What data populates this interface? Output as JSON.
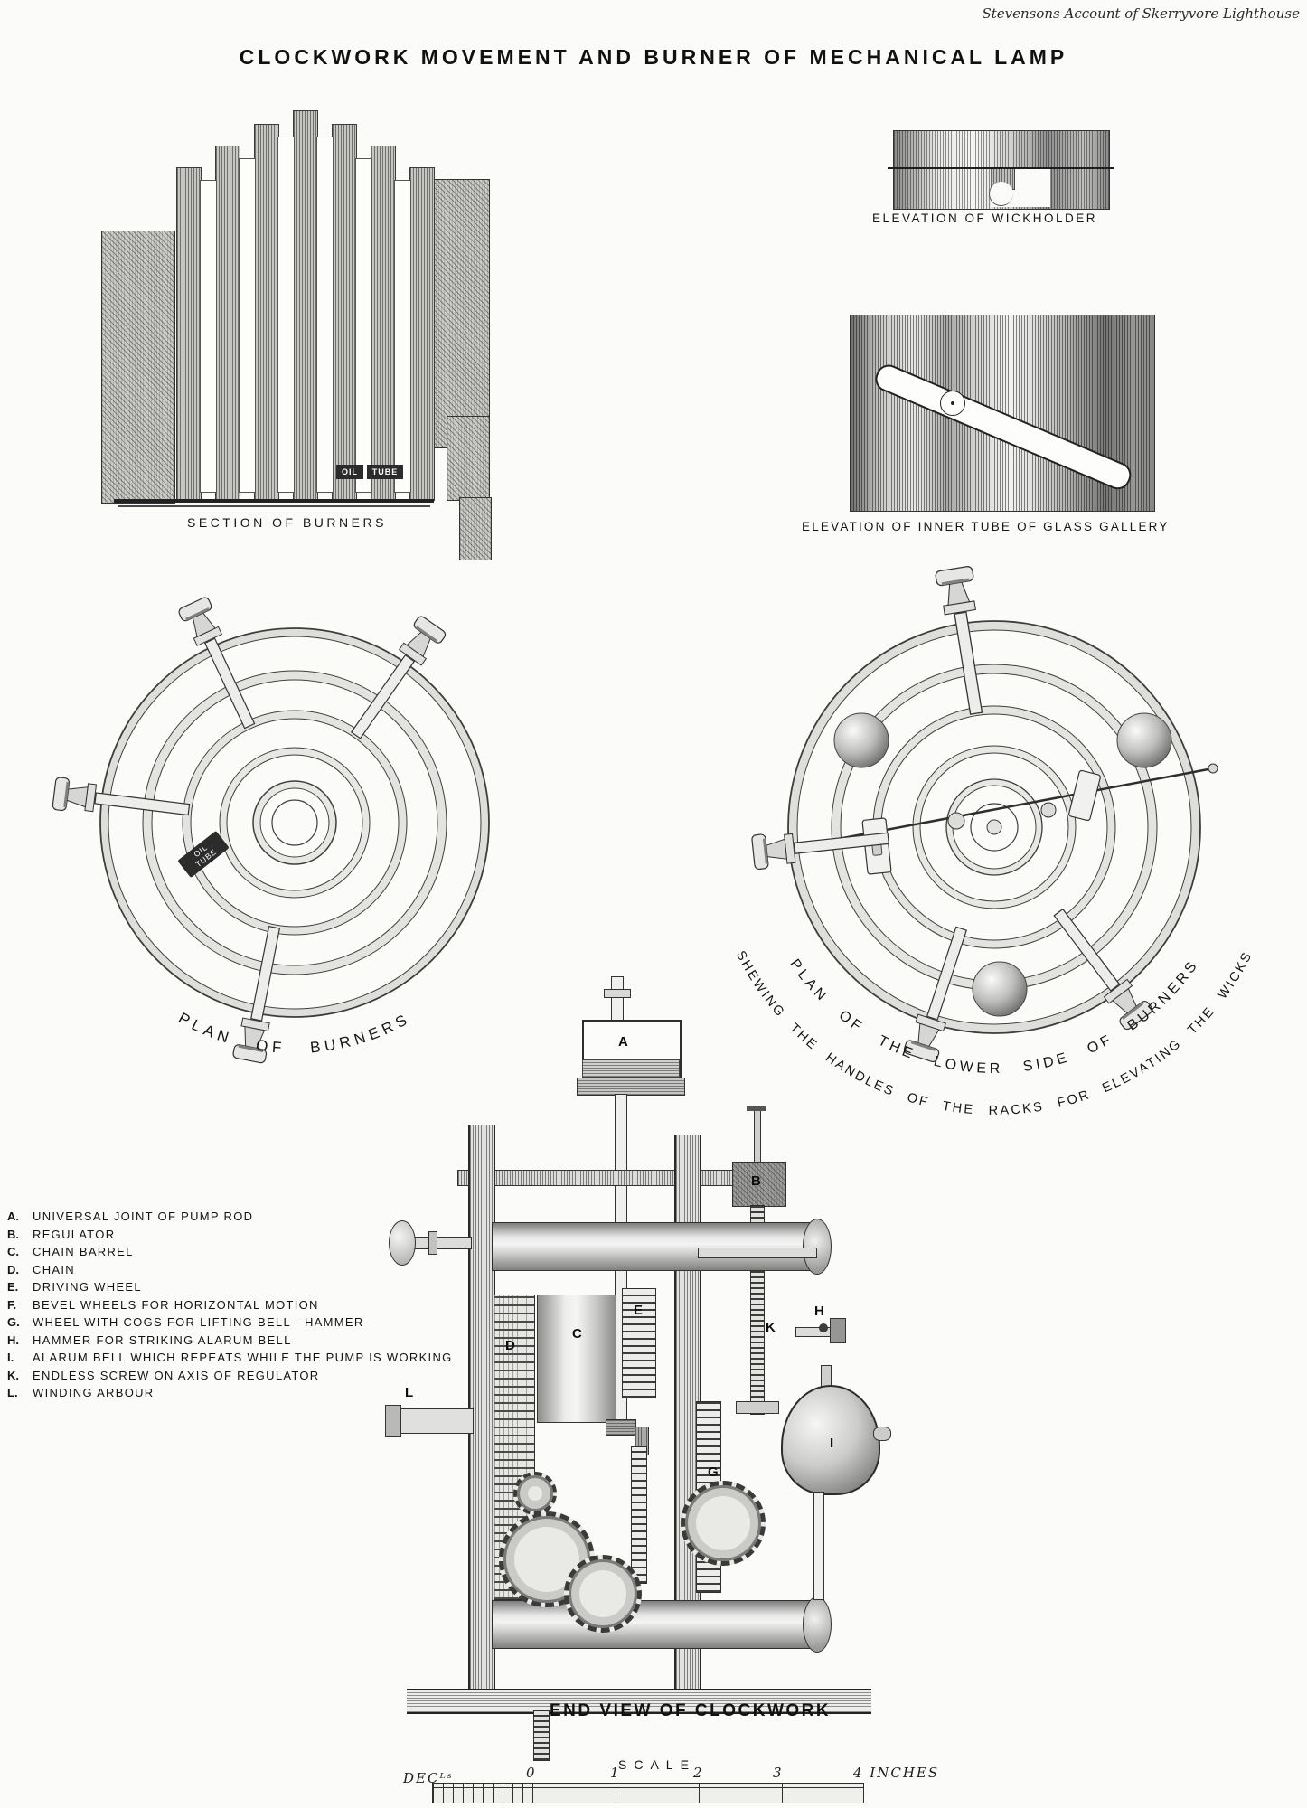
{
  "header": {
    "attribution": "Stevensons Account of Skerryvore Lighthouse"
  },
  "title": "CLOCKWORK MOVEMENT AND BURNER OF MECHANICAL LAMP",
  "figures": {
    "section_of_burners": {
      "caption": "SECTION OF BURNERS",
      "oil_label": "OIL",
      "tube_label": "TUBE"
    },
    "wickholder": {
      "caption": "ELEVATION OF WICKHOLDER"
    },
    "inner_tube": {
      "caption": "ELEVATION OF INNER TUBE OF GLASS GALLERY"
    },
    "plan_of_burners": {
      "caption": "PLAN OF BURNERS",
      "oil_badge_line1": "OIL",
      "oil_badge_line2": "TUBE"
    },
    "plan_lower_side": {
      "caption_inner": "PLAN OF THE LOWER SIDE OF BURNERS",
      "caption_outer": "SHEWING THE HANDLES OF THE RACKS FOR ELEVATING THE WICKS"
    },
    "end_view": {
      "caption": "END VIEW OF CLOCKWORK"
    }
  },
  "legend": {
    "items": [
      {
        "key": "A.",
        "label": "UNIVERSAL JOINT OF PUMP ROD"
      },
      {
        "key": "B.",
        "label": "REGULATOR"
      },
      {
        "key": "C.",
        "label": "CHAIN BARREL"
      },
      {
        "key": "D.",
        "label": "CHAIN"
      },
      {
        "key": "E.",
        "label": "DRIVING WHEEL"
      },
      {
        "key": "F.",
        "label": "BEVEL WHEELS FOR HORIZONTAL MOTION"
      },
      {
        "key": "G.",
        "label": "WHEEL WITH COGS FOR LIFTING BELL - HAMMER"
      },
      {
        "key": "H.",
        "label": "HAMMER FOR STRIKING ALARUM BELL"
      },
      {
        "key": "I.",
        "label": "ALARUM BELL WHICH REPEATS WHILE THE PUMP IS WORKING"
      },
      {
        "key": "K.",
        "label": "ENDLESS SCREW ON AXIS OF REGULATOR"
      },
      {
        "key": "L.",
        "label": "WINDING ARBOUR"
      }
    ]
  },
  "markers": {
    "A": "A",
    "B": "B",
    "C": "C",
    "D": "D",
    "E": "E",
    "G": "G",
    "H": "H",
    "I": "I",
    "K": "K",
    "L": "L"
  },
  "scale": {
    "title": "SCALE",
    "decimals_label": "DECᴸˢ",
    "ticks": [
      "0",
      "1",
      "2",
      "3"
    ],
    "end_label": "4 INCHES"
  },
  "colors": {
    "ink": "#1c1c1c",
    "paper": "#fbfbf9"
  }
}
